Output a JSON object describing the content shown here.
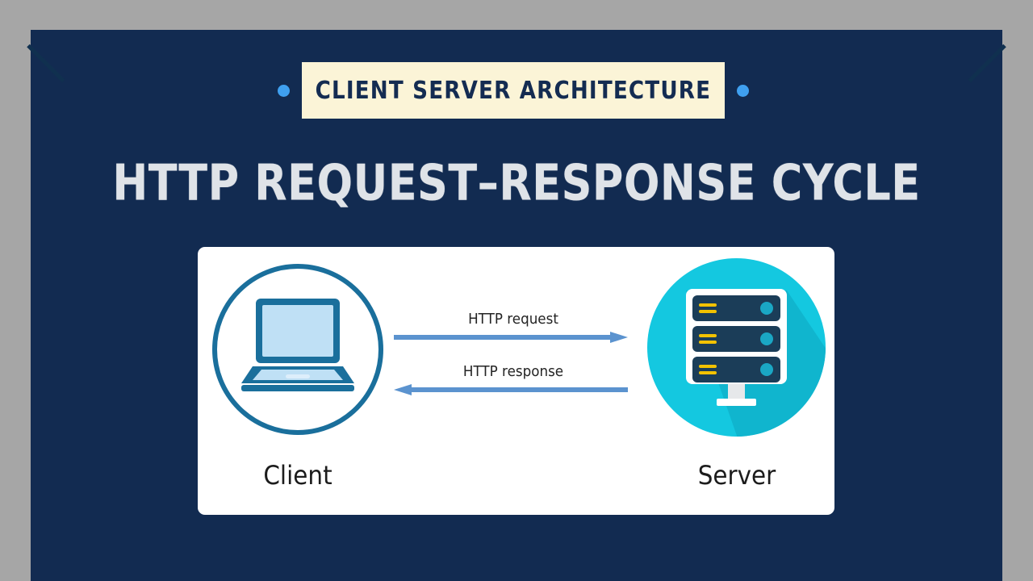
{
  "slide": {
    "background_color": "#122b51",
    "frame_color": "#a6a6a6",
    "frame_line_color": "#10304f"
  },
  "banner": {
    "text": "CLIENT SERVER ARCHITECTURE",
    "background_color": "#fbf4d7",
    "text_color": "#142c52",
    "left_dot": "bullet-dot",
    "right_dot": "bullet-dot",
    "dot_color": "#3fa0f0"
  },
  "heading": {
    "text": "HTTP REQUEST–RESPONSE CYCLE",
    "color": "#dfe3e8"
  },
  "diagram": {
    "card_color": "#ffffff",
    "client": {
      "label": "Client",
      "icon": "laptop-computer-icon",
      "circle_color": "#1a6f9c",
      "screen_color": "#bfe0f5"
    },
    "server": {
      "label": "Server",
      "icon": "server-rack-icon",
      "circle_color": "#14c8e0",
      "shadow_color": "#10b4cc",
      "rack_color": "#1b3d58",
      "accent_color": "#f2c200",
      "led_color": "#1aa7c4"
    },
    "flows": [
      {
        "label": "HTTP request",
        "direction": "client-to-server",
        "color": "#5b93cf"
      },
      {
        "label": "HTTP response",
        "direction": "server-to-client",
        "color": "#5b93cf"
      }
    ]
  }
}
